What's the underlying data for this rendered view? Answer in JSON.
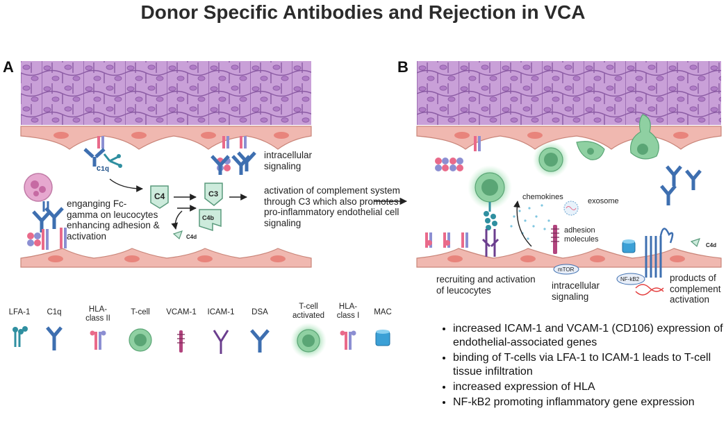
{
  "title": "Donor Specific Antibodies and Rejection in VCA",
  "panels": {
    "a": {
      "letter": "A",
      "labels": {
        "c1q": "C1q",
        "intracellular": "intracellular\nsignaling",
        "fc_gamma": "enganging Fc-\ngamma on leucocytes\nenhancing adhesion &\nactivation",
        "complement": "activation of complement system\nthrough C3 which also promotes\npro-inflammatory endothelial cell\nsignaling",
        "c4": "C4",
        "c3": "C3",
        "c4b": "C4b",
        "c4d": "C4d"
      }
    },
    "b": {
      "letter": "B",
      "labels": {
        "chemokines": "chemokines",
        "exosome": "exosome",
        "adhesion": "adhesion\nmolecules",
        "mtor": "mTOR",
        "nfkb2": "NF-kB2",
        "c4d": "C4d",
        "recruiting": "recruiting and activation\nof leucocytes",
        "intracellular": "intracellular\nsignaling",
        "products": "products of\ncomplement\nactivation"
      },
      "bullets": [
        "increased ICAM-1 and VCAM-1 (CD106) expression of endothelial-associated genes",
        "binding of T-cells via LFA-1 to ICAM-1 leads to T-cell tissue infiltration",
        "increased expression of HLA",
        "NF-kB2 promoting inflammatory gene expression"
      ]
    }
  },
  "legend": [
    {
      "label": "LFA-1",
      "icon": "lfa1-icon"
    },
    {
      "label": "C1q",
      "icon": "c1q-icon"
    },
    {
      "label": "HLA-\nclass II",
      "icon": "hla-class-ii-icon"
    },
    {
      "label": "T-cell",
      "icon": "t-cell-icon"
    },
    {
      "label": "VCAM-1",
      "icon": "vcam1-icon"
    },
    {
      "label": "ICAM-1",
      "icon": "icam1-icon"
    },
    {
      "label": "DSA",
      "icon": "dsa-icon"
    },
    {
      "label": "T-cell\nactivated",
      "icon": "t-cell-activated-icon"
    },
    {
      "label": "HLA-\nclass I",
      "icon": "hla-class-i-icon"
    },
    {
      "label": "MAC",
      "icon": "mac-icon"
    }
  ],
  "colors": {
    "tissue": "#c9a0d8",
    "tissue_line": "#7d4f95",
    "endothelium": "#f0b8b0",
    "nucleus": "#e8847c",
    "antibody": "#3e6fb0",
    "tcell": "#8fd0a2",
    "complement": "#cdebdc",
    "icam": "#6b3e8e",
    "vcam": "#b2447e"
  }
}
